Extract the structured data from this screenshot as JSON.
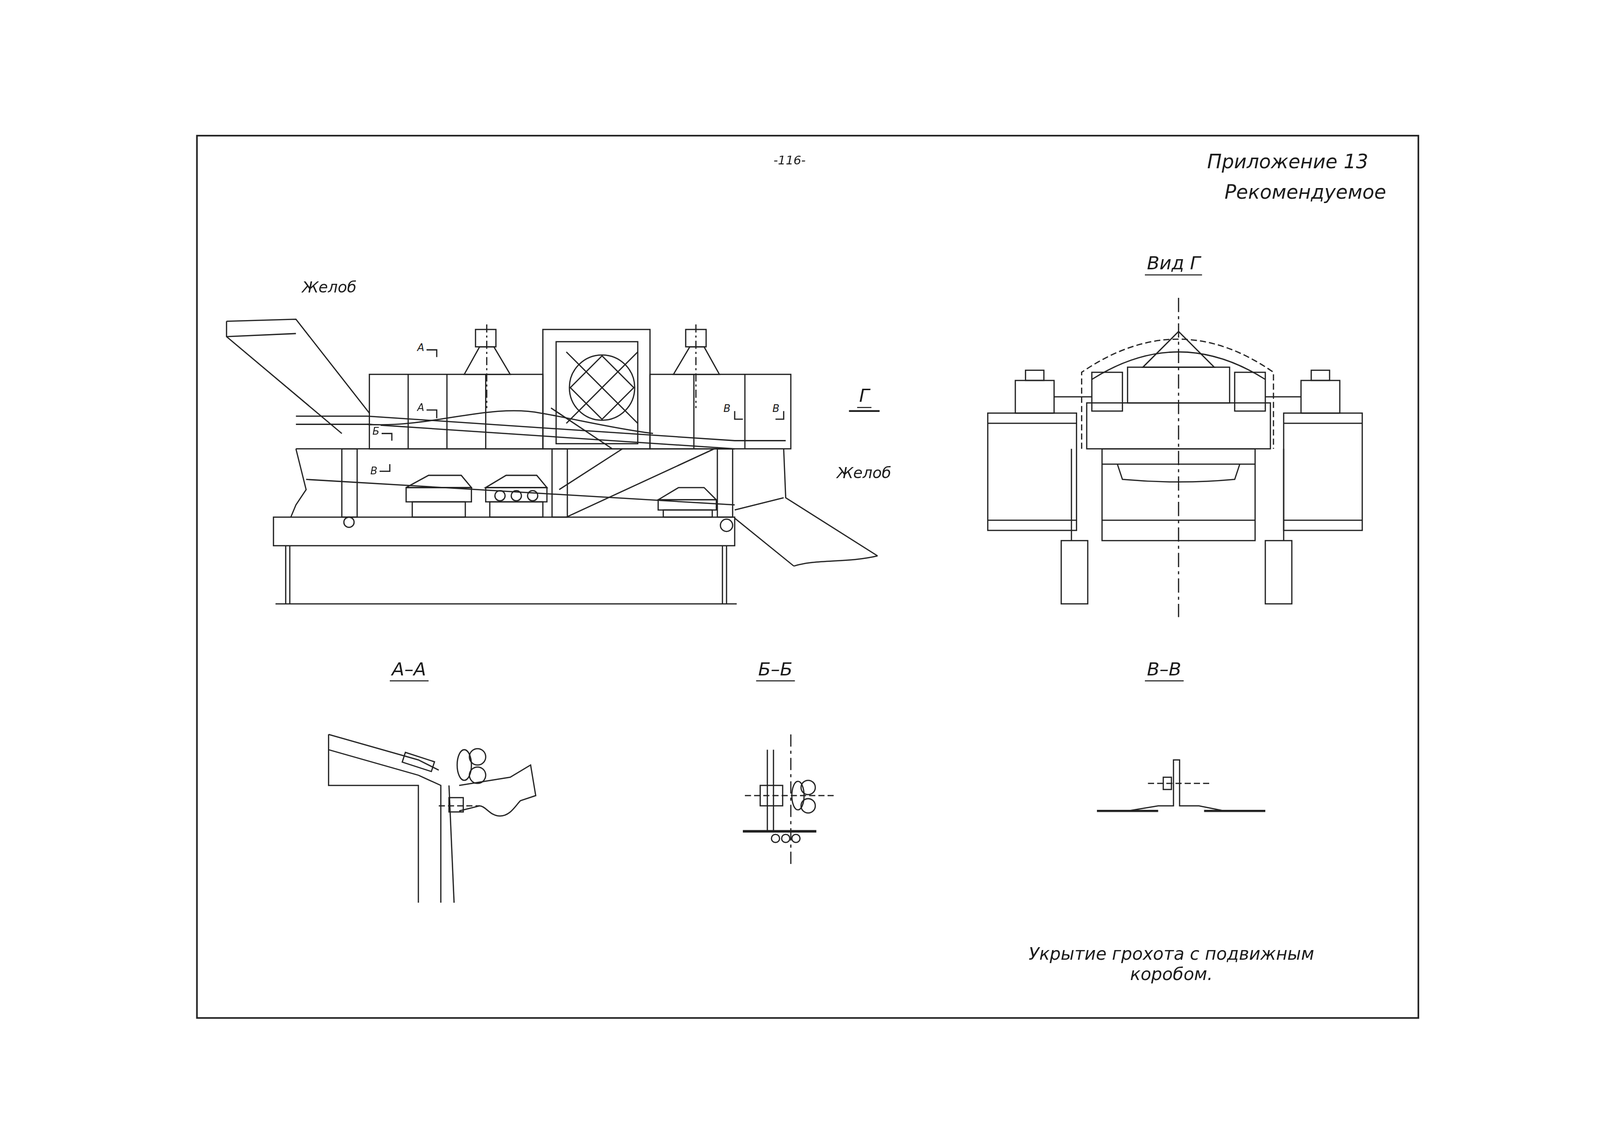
{
  "diagram": {
    "caption": "Укрытие грохота с подвижным коробом.",
    "labels": [
      "-116-",
      "Приложение 13",
      "Рекомендуемое",
      "Желоб",
      "Желоб",
      "Вид Г",
      "Г",
      "А",
      "А",
      "Б",
      "В",
      "В",
      "В",
      "А–А",
      "Б–Б",
      "В–В"
    ]
  }
}
